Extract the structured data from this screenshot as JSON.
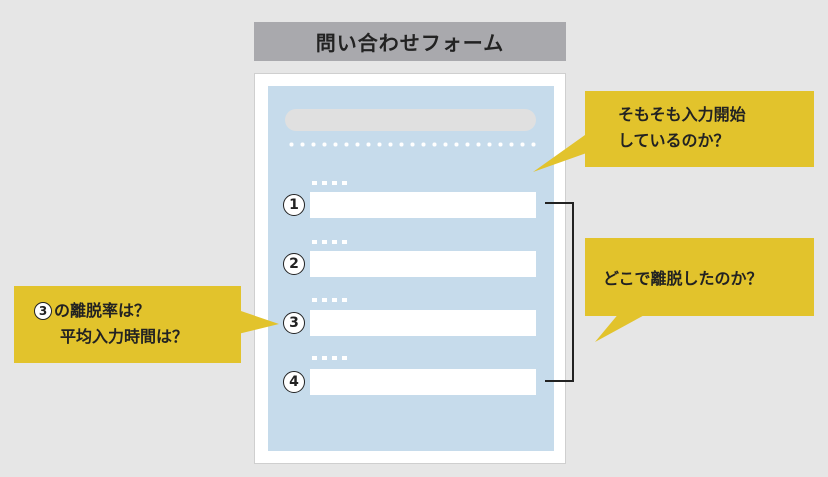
{
  "form": {
    "title": "問い合わせフォーム",
    "fields": [
      {
        "number": "1"
      },
      {
        "number": "2"
      },
      {
        "number": "3"
      },
      {
        "number": "4"
      }
    ]
  },
  "callouts": {
    "top": {
      "line1": "そもそも入力開始",
      "line2": "しているのか？"
    },
    "middle": {
      "text": "どこで離脱したのか？"
    },
    "left": {
      "badge": "3",
      "line1": "の離脱率は？",
      "line2": "平均入力時間は？"
    }
  },
  "colors": {
    "callout": "#e2c32c",
    "form_area": "#c6dbeb",
    "title_bar": "#a9a9ad"
  }
}
